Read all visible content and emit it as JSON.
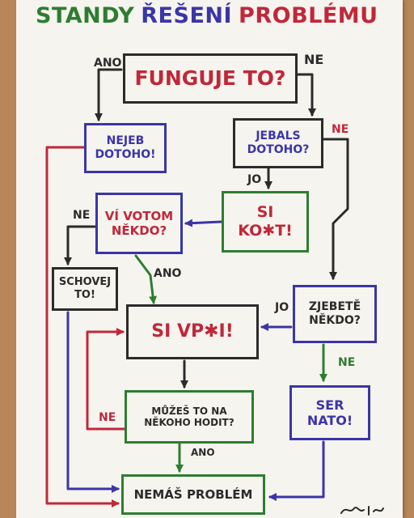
{
  "title": {
    "part1": "STANDY",
    "part2": "ŘEŠENÍ",
    "part3": "PROBLÉMU",
    "colors": {
      "part1": "#2e7d32",
      "part2": "#3b35a8",
      "part3": "#c0283a"
    }
  },
  "nodes": {
    "funguje": "FUNGUJE TO?",
    "nejeb": "NEJEB\nDOTOHO!",
    "jebals": "JEBALS\nDOTOHO?",
    "kosit": "SI\nKO✱T!",
    "vivotom": "VÍ VOTOM\nNĚKDO?",
    "schovej": "SCHOVEJ\nTO!",
    "sivp": "SI VP✱I!",
    "zjebete": "ZJEBETĚ\nNĚKDO?",
    "muzes": "MŮŽEŠ TO NA\nNĚKOHO HODIT?",
    "sernato": "SER\nNATO!",
    "nemas": "NEMÁŠ PROBLÉM"
  },
  "edge_labels": {
    "ano_left": "ANO",
    "ne_right": "NE",
    "ne_jebals": "NE",
    "jo_jebals": "JO",
    "ne_vivotom": "NE",
    "ano_vivotom": "ANO",
    "jo_zjebete": "JO",
    "ne_zjebete": "NE",
    "ne_muzes": "NE",
    "ano_muzes": "ANO"
  },
  "colors": {
    "dark": "#2b2b2b",
    "red": "#c0283a",
    "blue": "#3b35a8",
    "green": "#2e7d32",
    "cyan": "#1e88e5"
  }
}
